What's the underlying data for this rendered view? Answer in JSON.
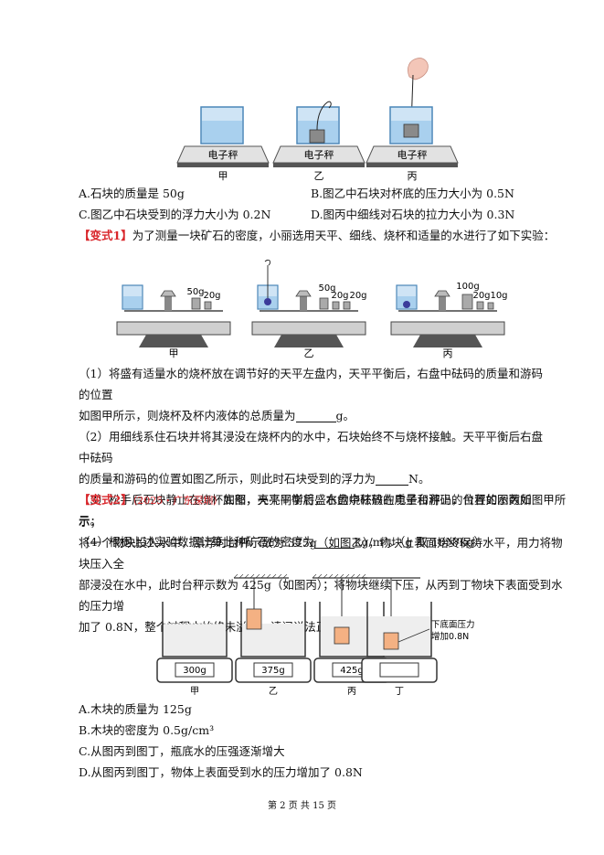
{
  "fig1": {
    "scale_label": "电子秤",
    "labels": [
      "甲",
      "乙",
      "丙"
    ]
  },
  "q_prev": {
    "options": {
      "A": "A.石块的质量是 50g",
      "B": "B.图乙中石块对杯底的压力大小为 0.5N",
      "C": "C.图乙中石块受到的浮力大小为 0.2N",
      "D": "D.图丙中细线对石块的拉力大小为 0.3N"
    }
  },
  "v1": {
    "tag": "【变式1】",
    "intro": "为了测量一块矿石的密度，小丽选用天平、细线、烧杯和适量的水进行了如下实验：",
    "figure": {
      "labels": [
        "甲",
        "乙",
        "丙"
      ],
      "weights_jia": [
        "50g",
        "20g"
      ],
      "weights_yi": [
        "50g",
        "20g",
        "20g"
      ],
      "weights_bing": [
        "100g",
        "20g",
        "10g"
      ]
    },
    "s1_a": "（1）将盛有适量水的烧杯放在调节好的天平左盘内，天平平衡后，右盘中砝码的质量和游码的位置",
    "s1_b": "如图甲所示，则烧杯及杯内液体的总质量为",
    "s1_c": "g。",
    "s2_a": "（2）用细线系住石块并将其浸没在烧杯内的水中，石块始终不与烧杯接触。天平平衡后右盘中砝码",
    "s2_b": "的质量和游码的位置如图乙所示，则此时石块受到的浮力为",
    "s2_c": "N。",
    "s3": "（3）松手后石块静止在烧杯底部，天平平衡后，右盘中砝码的质量和游码的位置如图丙所示。",
    "s4_a": "（4）根据上述实验数据计算此种矿石的密度为",
    "s4_b": "kg/m³。（g 取 10N/kg）"
  },
  "v2": {
    "tag": "【变式2】",
    "source": "（2025・广东深圳）",
    "line1": "如图，亮亮同学将盛水的烧杯放在电子台秤上，台秤的示数如图甲所示；",
    "line2": "将一个物块投入水中，漂浮时台秤示数为 375g（如图乙），物块上表面始终保持水平，用力将物块压入全",
    "line3": "部浸没在水中，此时台秤示数为 425g（如图丙）；将物块继续下压，从丙到丁物块下表面受到水的压力增",
    "line4": "加了 0.8N，整个过程水始终未溢出，请问说法正确的是（　　）",
    "figure": {
      "readings": [
        "300g",
        "375g",
        "425g",
        ""
      ],
      "labels": [
        "甲",
        "乙",
        "丙",
        "丁"
      ],
      "note_1": "下底面压力",
      "note_2": "增加0.8N"
    },
    "options": {
      "A": "A.木块的质量为 125g",
      "B": "B.木块的密度为 0.5g/cm³",
      "C": "C.从图丙到图丁，瓶底水的压强逐渐增大",
      "D": "D.从图丙到图丁，物体上表面受到水的压力增加了 0.8N"
    }
  },
  "footer": "第 2 页 共 15 页"
}
